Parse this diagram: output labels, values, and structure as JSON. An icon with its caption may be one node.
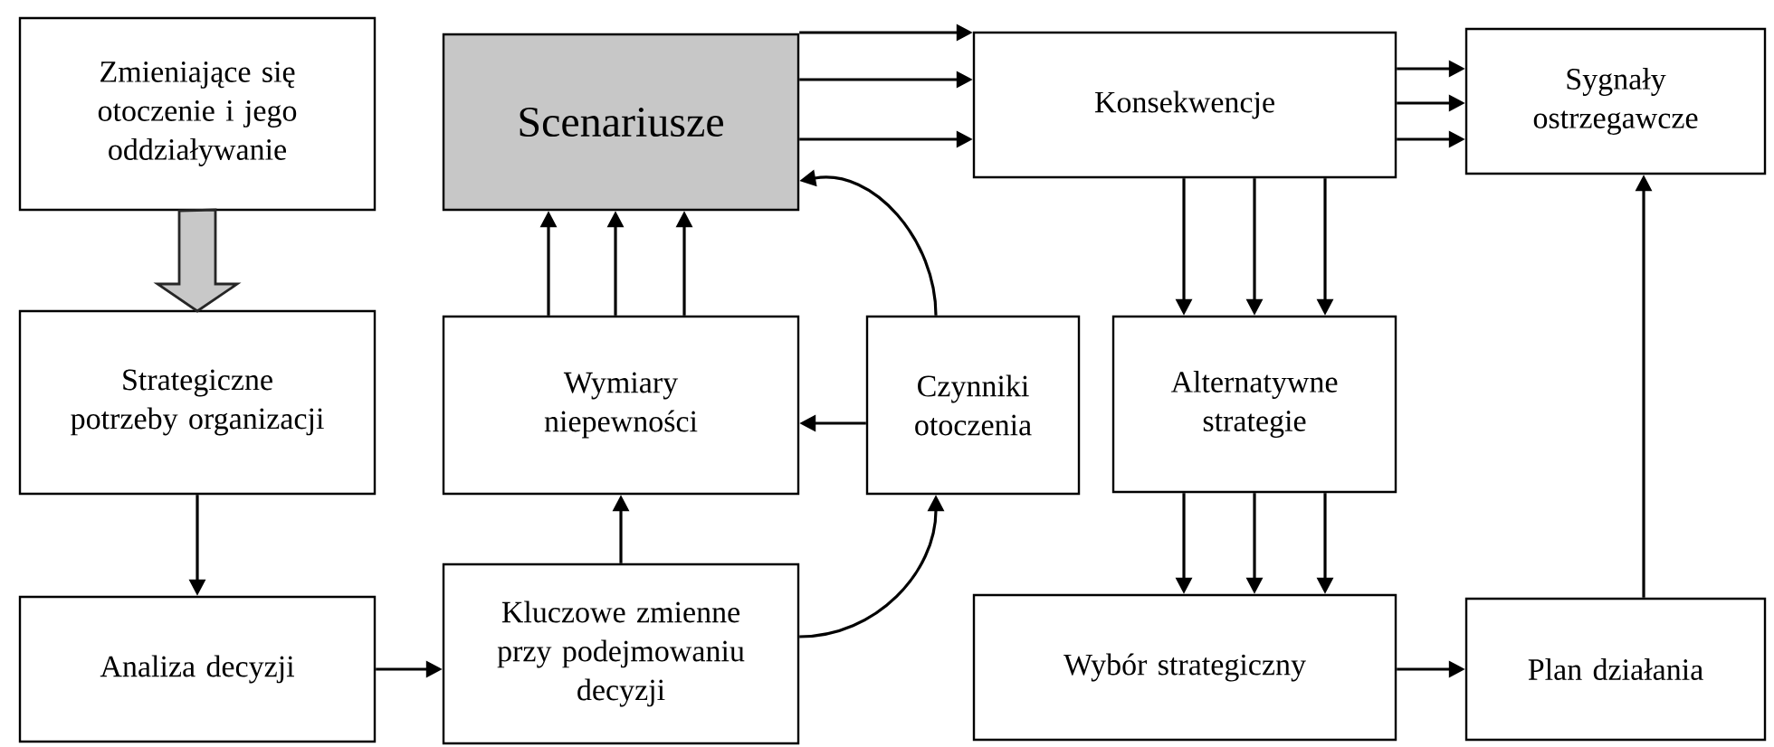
{
  "diagram": {
    "nodes": [
      {
        "text": [
          "Zmieniające się otoczenie i jego oddziaływanie"
        ]
      },
      {
        "text": [
          "Strategiczne potrzeby organizacji"
        ]
      },
      {
        "text": [
          "Analiza decyzji"
        ]
      },
      {
        "text": [
          "Scenariusze"
        ]
      },
      {
        "text": [
          "Wymiary niepewności"
        ]
      },
      {
        "text": [
          "Czynniki otoczenia"
        ]
      },
      {
        "text": [
          "Kluczowe zmienne przy podejmowaniu decyzji"
        ]
      },
      {
        "text": [
          "Konsekwencje"
        ]
      },
      {
        "text": [
          "Sygnały ostrzegawcze"
        ]
      },
      {
        "text": [
          "Alternatywne strategie"
        ]
      },
      {
        "text": [
          "Wybór strategiczny"
        ]
      },
      {
        "text": [
          "Plan działania"
        ]
      }
    ],
    "edges": [
      {
        "from": 0,
        "to": 1,
        "arrow": "to",
        "style": "thick",
        "color": "#c8c8c8"
      },
      {
        "from": 1,
        "to": 2,
        "arrow": "to"
      },
      {
        "from": 2,
        "to": 6,
        "arrow": "to"
      },
      {
        "from": 6,
        "to": 4,
        "arrow": "to"
      },
      {
        "from": 6,
        "to": 5,
        "arrow": "to"
      },
      {
        "from": 5,
        "to": 4,
        "arrow": "to"
      },
      {
        "from": 4,
        "to": 3,
        "arrow": "to"
      },
      {
        "from": 4,
        "to": 3,
        "arrow": "to"
      },
      {
        "from": 4,
        "to": 3,
        "arrow": "to"
      },
      {
        "from": 5,
        "to": 3,
        "arrow": "to"
      },
      {
        "from": 3,
        "to": 7,
        "arrow": "to"
      },
      {
        "from": 3,
        "to": 7,
        "arrow": "to"
      },
      {
        "from": 3,
        "to": 7,
        "arrow": "to"
      },
      {
        "from": 7,
        "to": 8,
        "arrow": "to"
      },
      {
        "from": 7,
        "to": 8,
        "arrow": "to"
      },
      {
        "from": 7,
        "to": 8,
        "arrow": "to"
      },
      {
        "from": 7,
        "to": 9,
        "arrow": "to"
      },
      {
        "from": 7,
        "to": 9,
        "arrow": "to"
      },
      {
        "from": 7,
        "to": 9,
        "arrow": "to"
      },
      {
        "from": 9,
        "to": 10,
        "arrow": "to"
      },
      {
        "from": 9,
        "to": 10,
        "arrow": "to"
      },
      {
        "from": 9,
        "to": 10,
        "arrow": "to"
      },
      {
        "from": 10,
        "to": 11,
        "arrow": "to"
      },
      {
        "from": 11,
        "to": 8,
        "arrow": "to"
      }
    ]
  }
}
